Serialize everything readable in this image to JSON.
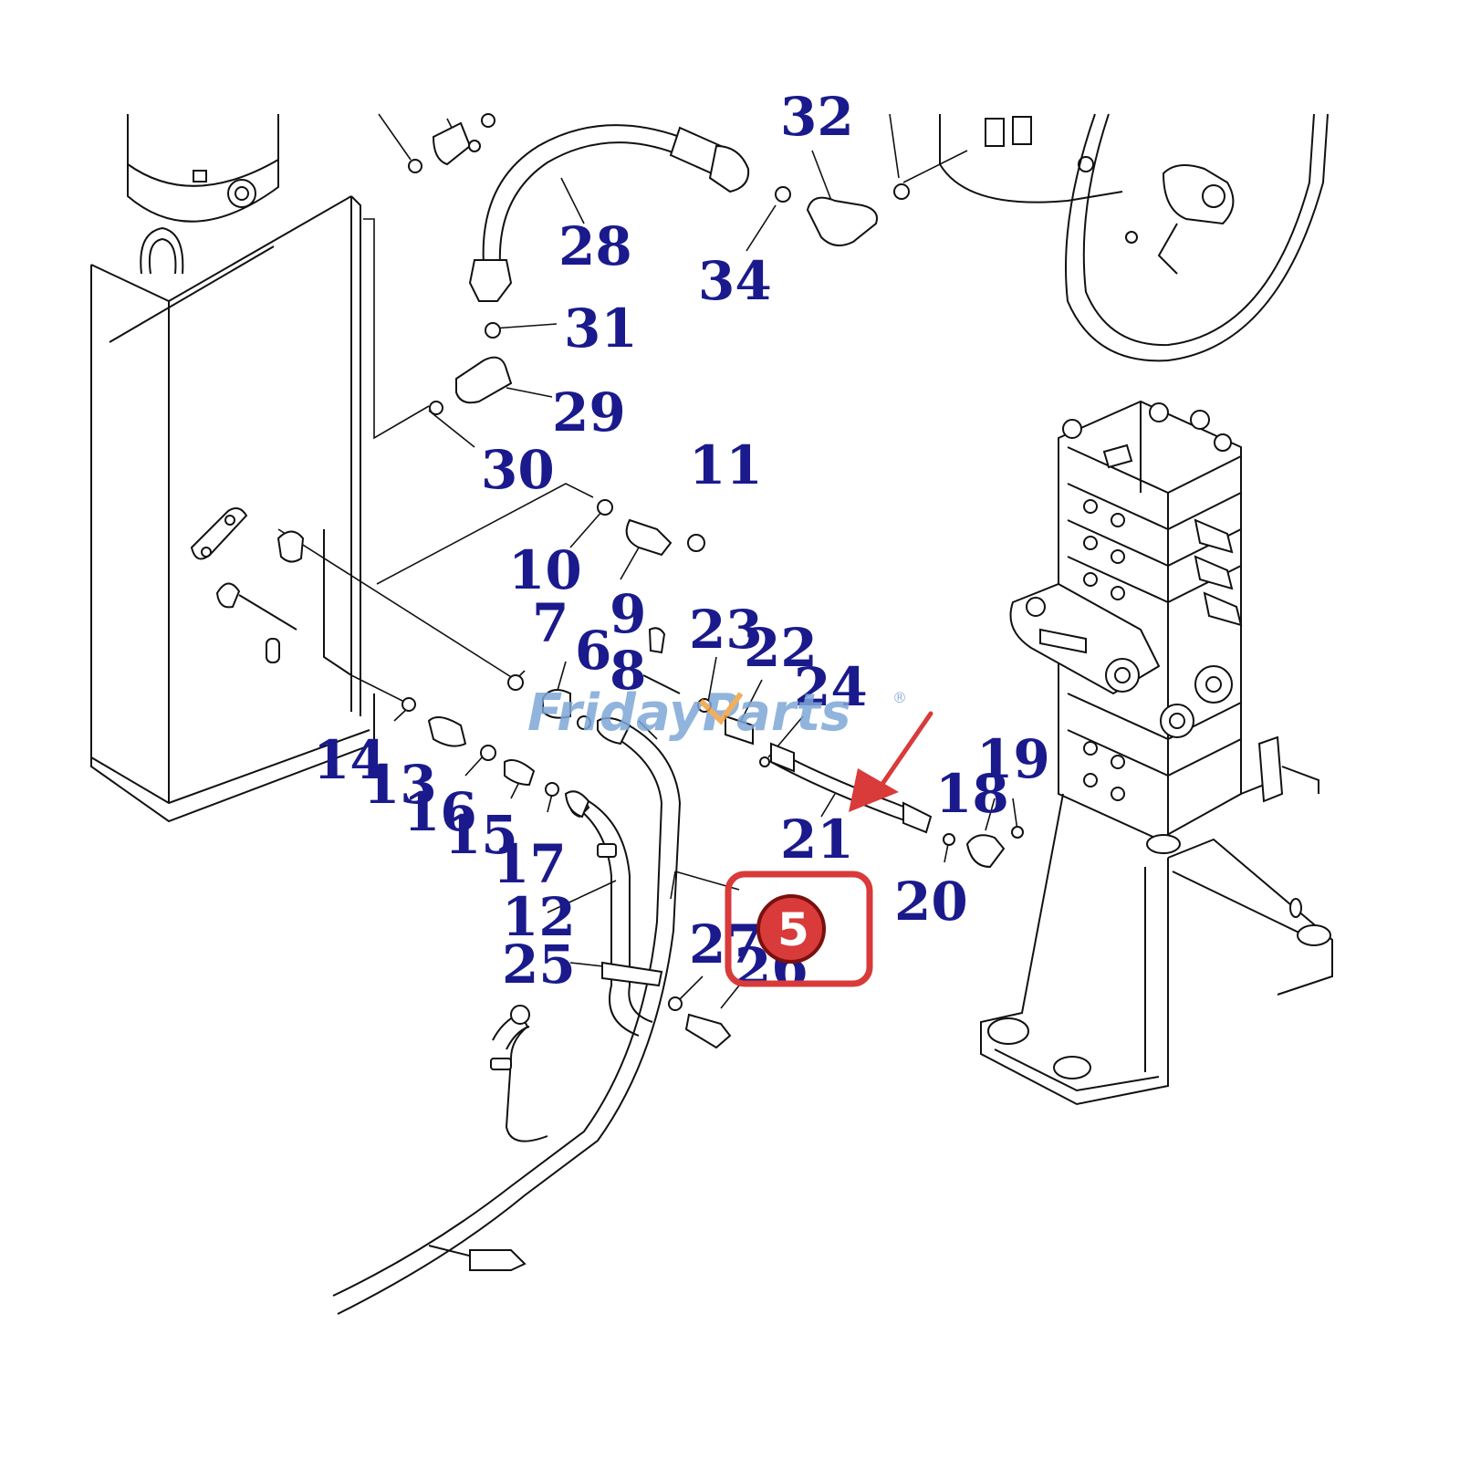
{
  "callouts": [
    {
      "id": "c32",
      "text": "32"
    },
    {
      "id": "c28",
      "text": "28"
    },
    {
      "id": "c34",
      "text": "34"
    },
    {
      "id": "c31",
      "text": "31"
    },
    {
      "id": "c29",
      "text": "29"
    },
    {
      "id": "c30",
      "text": "30"
    },
    {
      "id": "c11",
      "text": "11"
    },
    {
      "id": "c10",
      "text": "10"
    },
    {
      "id": "c7",
      "text": "7"
    },
    {
      "id": "c9",
      "text": "9"
    },
    {
      "id": "c6",
      "text": "6"
    },
    {
      "id": "c8",
      "text": "8"
    },
    {
      "id": "c23",
      "text": "23"
    },
    {
      "id": "c22",
      "text": "22"
    },
    {
      "id": "c24",
      "text": "24"
    },
    {
      "id": "c14",
      "text": "14"
    },
    {
      "id": "c13",
      "text": "13"
    },
    {
      "id": "c16",
      "text": "16"
    },
    {
      "id": "c15",
      "text": "15"
    },
    {
      "id": "c17",
      "text": "17"
    },
    {
      "id": "c19",
      "text": "19"
    },
    {
      "id": "c18",
      "text": "18"
    },
    {
      "id": "c21",
      "text": "21"
    },
    {
      "id": "c20",
      "text": "20"
    },
    {
      "id": "c12",
      "text": "12"
    },
    {
      "id": "c27",
      "text": "27"
    },
    {
      "id": "c26",
      "text": "26"
    },
    {
      "id": "c25",
      "text": "25"
    }
  ],
  "highlight": {
    "badge_number": "5"
  },
  "watermark": {
    "part1": "Friday",
    "part2": "Parts",
    "mark": "®"
  },
  "colors": {
    "callout": "#1a1a8c",
    "highlight_red": "#d93a3a",
    "watermark_blue": "#7ea7d8",
    "watermark_orange": "#f0a040",
    "line": "#111111"
  }
}
